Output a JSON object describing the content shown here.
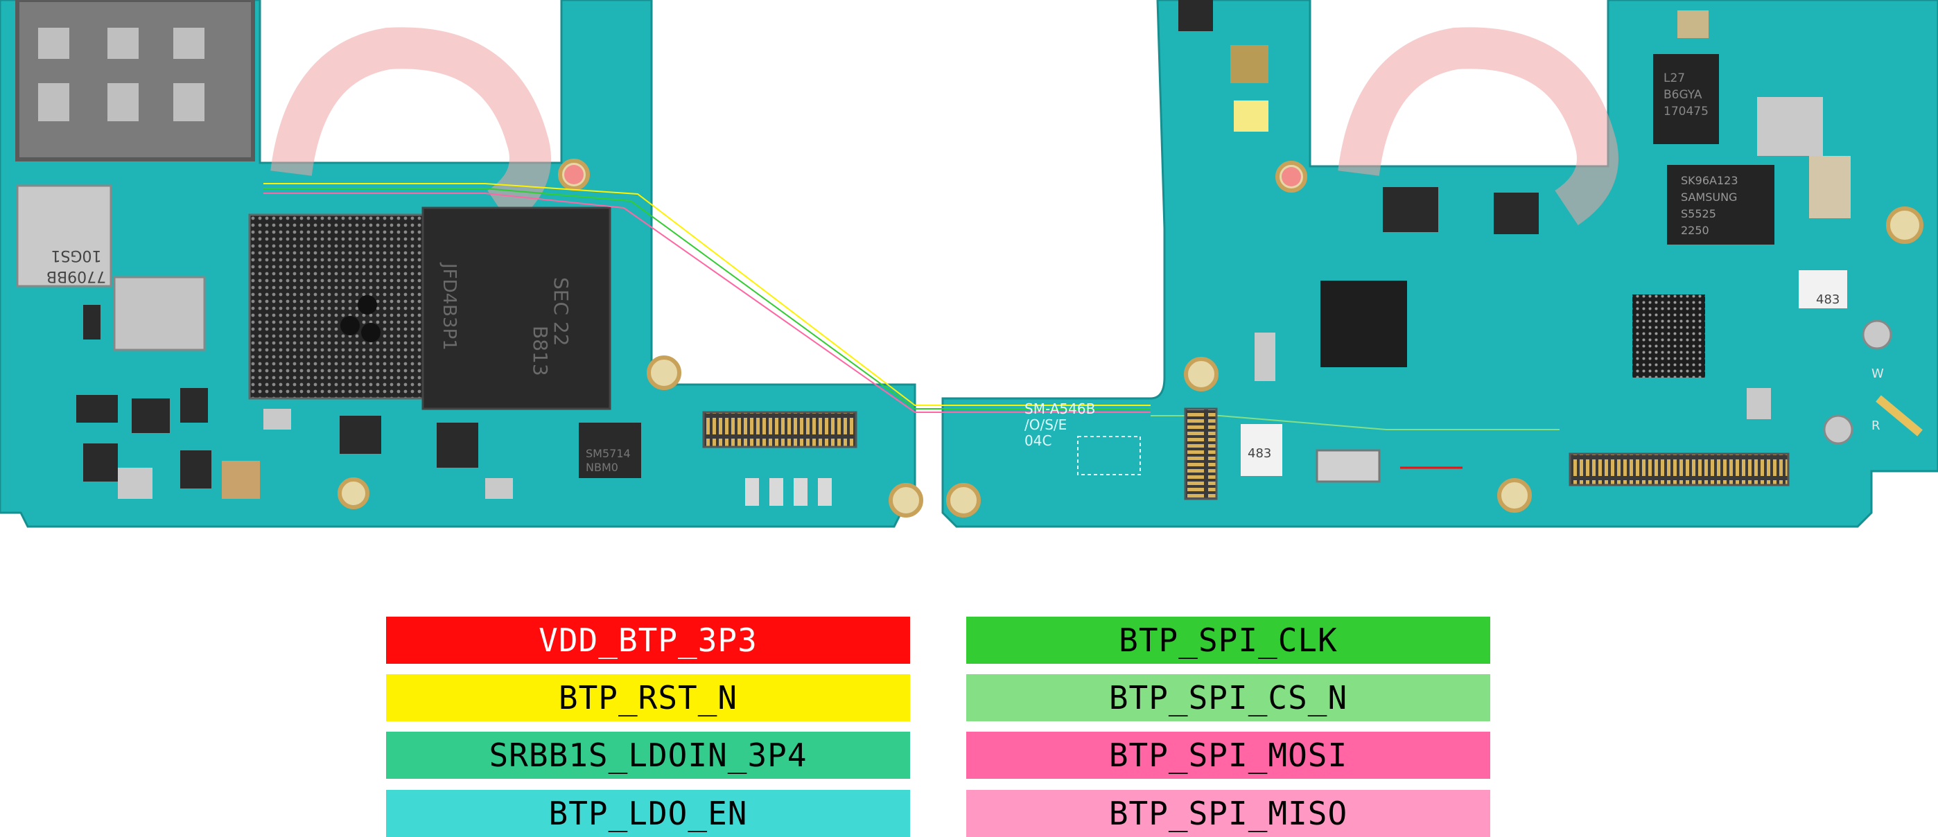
{
  "board": {
    "colors": {
      "pcb": "#1fb5b6",
      "pcb_dark": "#169a9c",
      "chip": "#2a2a2a",
      "silver": "#c9c9c9",
      "pad": "#e9c15c",
      "watermark": "#f2a0a0"
    },
    "left_chip": {
      "lines": [
        "7709BB",
        "10GS1"
      ]
    },
    "mem_chip": {
      "lines": [
        "SEC 22",
        "B813",
        "JFD4B3P1"
      ]
    },
    "small_chip": {
      "lines": [
        "SM5714",
        "NBM0"
      ]
    },
    "top_chip": {
      "lines": [
        "L27",
        "B6GYA",
        "170475"
      ]
    },
    "samsung_chip": {
      "lines": [
        "SK96A123",
        "SAMSUNG",
        "S5525",
        "2250"
      ]
    },
    "model": {
      "lines": [
        "SM-A546B",
        "/O/S/E",
        "04C"
      ]
    },
    "qr1_label": "483",
    "qr2_label": "483",
    "w_label": "W",
    "r_label": "R"
  },
  "legend": {
    "left": [
      {
        "label": "VDD_BTP_3P3",
        "color": "#ff0b0b",
        "text_color": "#ffffff"
      },
      {
        "label": "BTP_RST_N",
        "color": "#fff200",
        "text_color": "#000000"
      },
      {
        "label": "SRBB1S_LDOIN_3P4",
        "color": "#33cc8c",
        "text_color": "#000000"
      },
      {
        "label": "BTP_LDO_EN",
        "color": "#41d9d4",
        "text_color": "#000000"
      }
    ],
    "right": [
      {
        "label": "BTP_SPI_CLK",
        "color": "#33cc33",
        "text_color": "#000000"
      },
      {
        "label": "BTP_SPI_CS_N",
        "color": "#85e085",
        "text_color": "#000000"
      },
      {
        "label": "BTP_SPI_MOSI",
        "color": "#ff66a3",
        "text_color": "#000000"
      },
      {
        "label": "BTP_SPI_MISO",
        "color": "#ff99c4",
        "text_color": "#000000"
      }
    ]
  }
}
